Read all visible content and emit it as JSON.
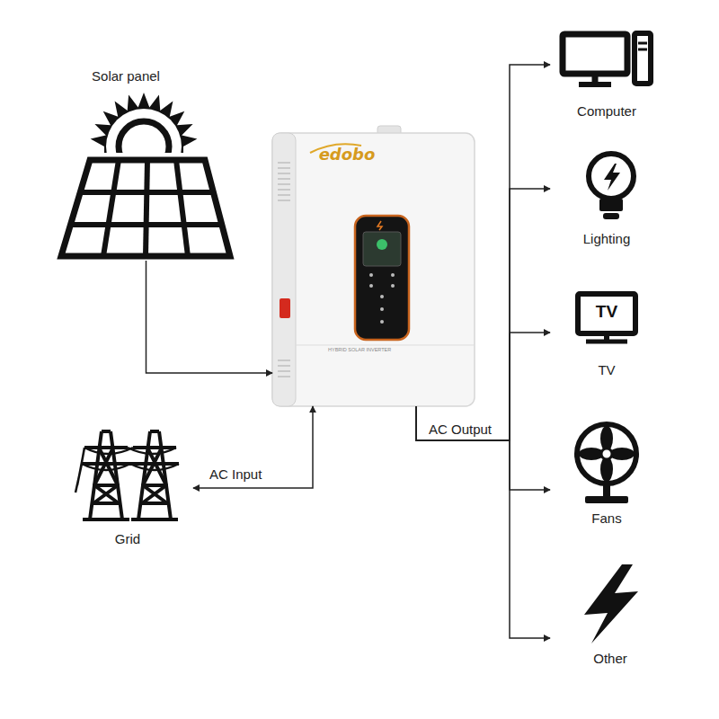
{
  "diagram": {
    "nodes": [
      {
        "text": [
          "Solar panel"
        ]
      },
      {
        "text": [
          "edobo",
          "HYBRID SOLAR INVERTER"
        ]
      },
      {
        "text": [
          "Grid"
        ]
      },
      {
        "text": [
          "Computer"
        ]
      },
      {
        "text": [
          "Lighting"
        ]
      },
      {
        "text": [
          "TV",
          "TV"
        ]
      },
      {
        "text": [
          "Fans"
        ]
      },
      {
        "text": [
          "Other"
        ]
      }
    ],
    "edges": [
      {
        "from": 0,
        "to": 1,
        "arrow": "to"
      },
      {
        "from": 2,
        "to": 1,
        "label": "AC Input",
        "arrow": "both"
      },
      {
        "from": 1,
        "to": 3,
        "label": "AC Output",
        "arrow": "to"
      },
      {
        "from": 1,
        "to": 4,
        "arrow": "to"
      },
      {
        "from": 1,
        "to": 5,
        "arrow": "to"
      },
      {
        "from": 1,
        "to": 6,
        "arrow": "to"
      },
      {
        "from": 1,
        "to": 7,
        "arrow": "to"
      }
    ]
  }
}
